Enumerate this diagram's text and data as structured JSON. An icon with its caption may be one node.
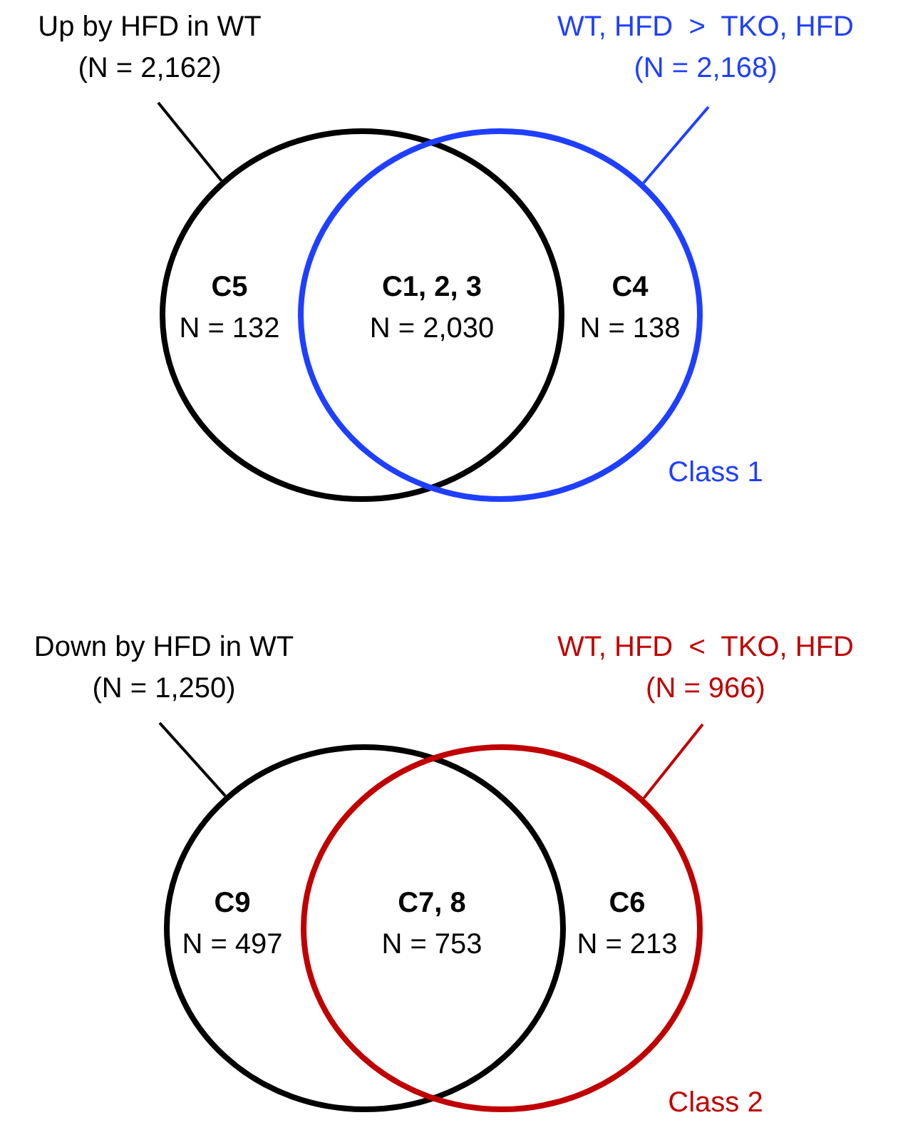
{
  "diagram": {
    "nodes": [
      {
        "text": [
          "Up by HFD in WT",
          "(N = 2,162)"
        ]
      },
      {
        "text": [],
        "shape": "circle"
      },
      {
        "text": [
          "WT, HFD  >  TKO, HFD",
          "(N = 2,168)"
        ]
      },
      {
        "text": [],
        "shape": "circle"
      },
      {
        "text": [
          "Down by HFD in WT",
          "(N = 1,250)"
        ]
      },
      {
        "text": [],
        "shape": "circle"
      },
      {
        "text": [
          "WT, HFD  <  TKO, HFD",
          "(N = 966)"
        ]
      },
      {
        "text": [],
        "shape": "circle"
      }
    ],
    "edges": [
      {
        "from": 0,
        "to": 1,
        "arrow": "none"
      },
      {
        "from": 2,
        "to": 3,
        "arrow": "none",
        "color": "#1f3fff"
      },
      {
        "from": 4,
        "to": 5,
        "arrow": "none"
      },
      {
        "from": 6,
        "to": 7,
        "arrow": "none",
        "color": "#c00000"
      }
    ],
    "labels": [
      "C5",
      "N = 132",
      "C1, 2, 3",
      "N = 2,030",
      "C4",
      "N = 138",
      "Class 1",
      "C9",
      "N = 497",
      "C7, 8",
      "N = 753",
      "C6",
      "N = 213",
      "Class 2"
    ]
  }
}
